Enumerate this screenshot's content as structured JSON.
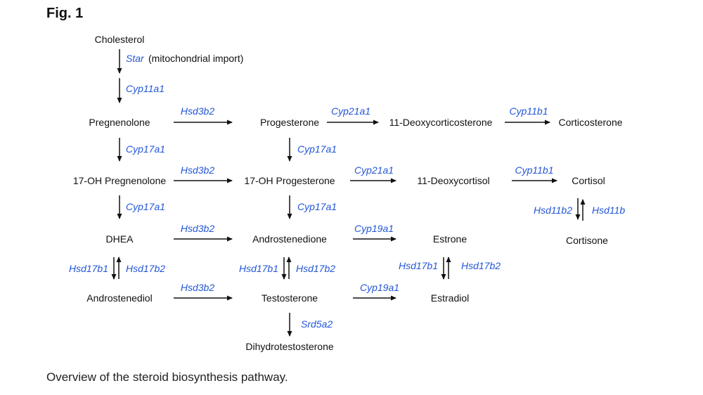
{
  "figure_label": "Fig. 1",
  "caption": "Overview of the steroid biosynthesis pathway.",
  "compounds": {
    "cholesterol": "Cholesterol",
    "pregnenolone": "Pregnenolone",
    "progesterone": "Progesterone",
    "deoxycorticosterone": "11-Deoxycorticosterone",
    "corticosterone": "Corticosterone",
    "oh_pregnenolone": "17-OH Pregnenolone",
    "oh_progesterone": "17-OH Progesterone",
    "deoxycortisol": "11-Deoxycortisol",
    "cortisol": "Cortisol",
    "dhea": "DHEA",
    "androstenedione": "Androstenedione",
    "estrone": "Estrone",
    "cortisone": "Cortisone",
    "androstenediol": "Androstenediol",
    "testosterone": "Testosterone",
    "estradiol": "Estradiol",
    "dihydrotestosterone": "Dihydrotestosterone"
  },
  "star_note": "(mitochondrial import)",
  "enzymes": {
    "star": "Star",
    "cyp11a1": "Cyp11a1",
    "hsd3b2_1": "Hsd3b2",
    "cyp21a1_1": "Cyp21a1",
    "cyp11b1_1": "Cyp11b1",
    "cyp17a1_1": "Cyp17a1",
    "cyp17a1_2": "Cyp17a1",
    "hsd3b2_2": "Hsd3b2",
    "cyp21a1_2": "Cyp21a1",
    "cyp11b1_2": "Cyp11b1",
    "cyp17a1_3": "Cyp17a1",
    "cyp17a1_4": "Cyp17a1",
    "hsd11b2": "Hsd11b2",
    "hsd11b": "Hsd11b",
    "hsd3b2_3": "Hsd3b2",
    "cyp19a1_1": "Cyp19a1",
    "hsd17b1_1": "Hsd17b1",
    "hsd17b2_1": "Hsd17b2",
    "hsd17b1_2": "Hsd17b1",
    "hsd17b2_2": "Hsd17b2",
    "hsd17b1_3": "Hsd17b1",
    "hsd17b2_3": "Hsd17b2",
    "hsd3b2_4": "Hsd3b2",
    "cyp19a1_2": "Cyp19a1",
    "srd5a2": "Srd5a2"
  },
  "colors": {
    "enzyme": "#2255d6",
    "text": "#111111"
  }
}
